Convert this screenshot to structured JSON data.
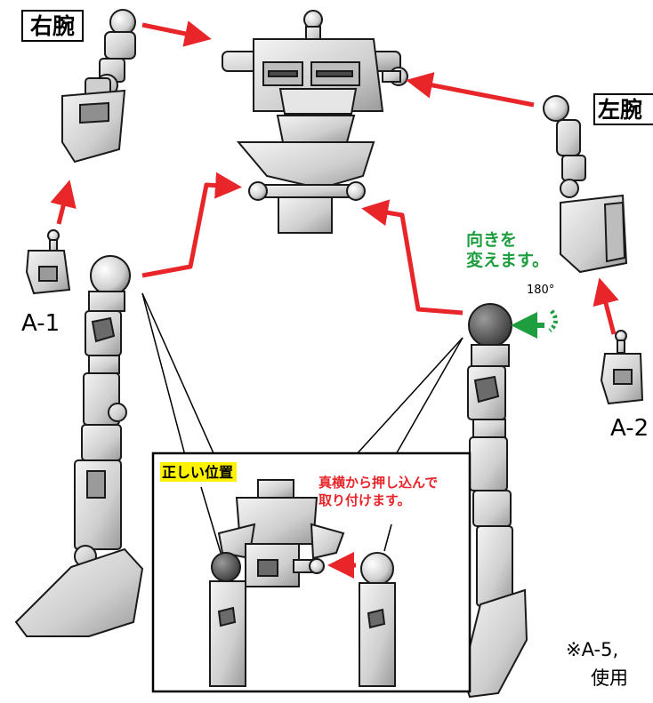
{
  "labels": {
    "right_arm": "右腕",
    "left_arm": "左腕",
    "part_a1": "A-1",
    "part_a2": "A-2",
    "rotate_note_line1": "向きを",
    "rotate_note_line2": "変えます。",
    "rotate_angle": "180°",
    "correct_position": "正しい位置",
    "insert_note_line1": "真横から押し込んで",
    "insert_note_line2": "取り付けます。",
    "footnote_line1": "※A-5,",
    "footnote_line2": "使用"
  },
  "colors": {
    "arrow_red": "#e8262a",
    "rotate_green": "#1e9e3e",
    "highlight_yellow": "#fff200",
    "part_gray": "#d9d9d9",
    "part_dark": "#6b6b6b",
    "outline": "#1a1a1a"
  }
}
